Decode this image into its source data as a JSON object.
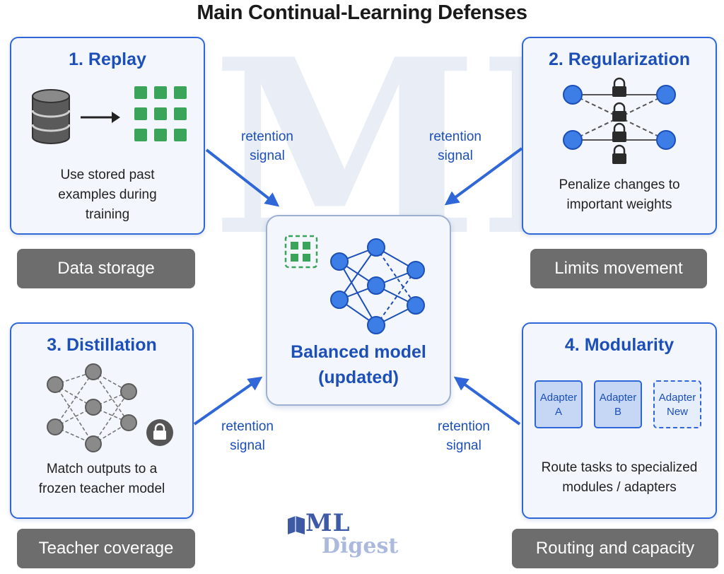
{
  "title": "Main Continual-Learning Defenses",
  "panels": [
    {
      "title": "1. Replay",
      "desc": [
        "Use stored past",
        "examples during",
        "training"
      ],
      "tag": "Data storage"
    },
    {
      "title": "2. Regularization",
      "desc": [
        "Penalize changes to",
        "important weights"
      ],
      "tag": "Limits movement"
    },
    {
      "title": "3. Distillation",
      "desc": [
        "Match outputs to a",
        "frozen teacher model"
      ],
      "tag": "Teacher coverage"
    },
    {
      "title": "4. Modularity",
      "desc": [
        "Route tasks to specialized",
        "modules / adapters"
      ],
      "tag": "Routing and capacity"
    }
  ],
  "signal": [
    "retention",
    "signal"
  ],
  "center": {
    "title": [
      "Balanced model",
      "(updated)"
    ]
  },
  "adapters": [
    {
      "line1": "Adapter",
      "line2": "A"
    },
    {
      "line1": "Adapter",
      "line2": "B"
    },
    {
      "line1": "Adapter",
      "line2": "New"
    }
  ],
  "watermark": {
    "big": "ML",
    "ml": "ML",
    "digest": "Digest"
  },
  "icons": [
    "database-icon",
    "grid-icon",
    "lock-icon",
    "neural-network-icon",
    "book-icon"
  ],
  "colors": {
    "accent": "#2f67d8",
    "title_blue": "#1c4fb8",
    "node_blue": "#3d7de6",
    "green": "#3aa55a",
    "tag_gray": "#6d6d6d",
    "teacher_gray": "#8a8a8a"
  }
}
